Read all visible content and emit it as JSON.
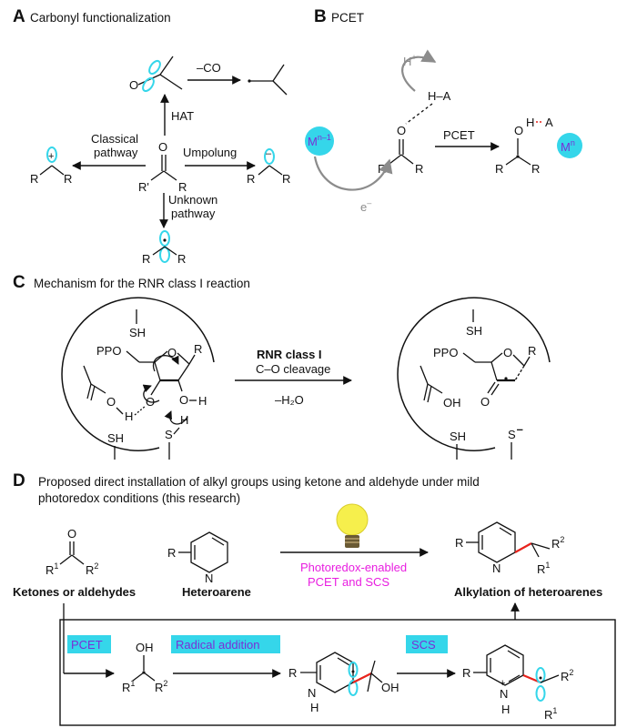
{
  "sections": {
    "A": {
      "letter": "A",
      "title": "Carbonyl functionalization"
    },
    "B": {
      "letter": "B",
      "title": "PCET"
    },
    "C": {
      "letter": "C",
      "title": "Mechanism for the RNR class I reaction"
    },
    "D": {
      "letter": "D",
      "title_line1": "Proposed direct installation of alkyl groups using ketone and aldehyde under mild",
      "title_line2": "photoredox conditions (this research)"
    }
  },
  "panel_a": {
    "minus_co": "–CO",
    "hat": "HAT",
    "classical_1": "Classical",
    "classical_2": "pathway",
    "umpolung": "Umpolung",
    "unknown_1": "Unknown",
    "unknown_2": "pathway",
    "atom_o": "O",
    "atom_r": "R",
    "atom_r_prime": "R'"
  },
  "panel_b": {
    "h_plus": "H",
    "plus": "+",
    "ha": "H–A",
    "pcet": "PCET",
    "electron": "e",
    "minus": "–",
    "m_initial": "M",
    "m_initial_sup": "n–1",
    "m_final": "M",
    "m_final_sup": "n",
    "product_oh": "O",
    "product_ha": "H",
    "product_a": "A"
  },
  "panel_c": {
    "sh_top": "SH",
    "ppo": "PPO",
    "r": "R",
    "o_ring": "O",
    "oh_o": "O",
    "oh_h": "H",
    "acid_o": "O",
    "acid_h": "H",
    "sh_bottom": "SH",
    "s": "S",
    "s_h": "H",
    "rnr": "RNR class I",
    "cleavage": "C–O cleavage",
    "minus_h2o": "–H₂O",
    "p_sh_top": "SH",
    "p_ppo": "PPO",
    "p_r": "R",
    "p_o_ring": "O",
    "p_ketone_o": "O",
    "p_oh": "OH",
    "p_sh_bottom": "SH",
    "p_s": "S",
    "p_s_minus": "–"
  },
  "panel_d": {
    "ketones": "Ketones or aldehydes",
    "heteroarene": "Heteroarene",
    "alkylation": "Alkylation of heteroarenes",
    "cond_1": "Photoredox-enabled",
    "cond_2": "PCET and SCS",
    "pcet_box": "PCET",
    "radical_box": "Radical addition",
    "scs_box": "SCS",
    "r": "R",
    "r1": "R",
    "r1_sup": "1",
    "r2": "R",
    "r2_sup": "2",
    "n": "N",
    "nh": "N",
    "h": "H",
    "oh": "OH",
    "o": "O",
    "plus": "+"
  },
  "colors": {
    "cyan": "#35d6ea",
    "magenta": "#e81ee0",
    "red": "#e8231c",
    "gray": "#8c8c8c",
    "bulb_yellow": "#f6ef4c",
    "label_purple": "#7a2fd6"
  }
}
